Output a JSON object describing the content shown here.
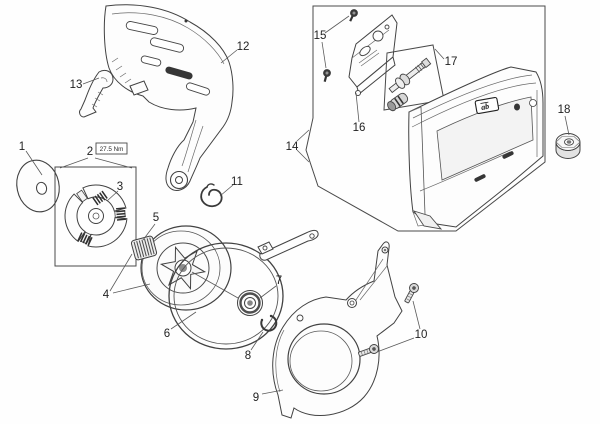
{
  "diagram": {
    "part_labels": {
      "p1": "1",
      "p2": "2",
      "p3": "3",
      "p4": "4",
      "p5": "5",
      "p6": "6",
      "p7": "7",
      "p8": "8",
      "p9": "9",
      "p10": "10",
      "p11": "11",
      "p12": "12",
      "p13": "13",
      "p14": "14",
      "p15": "15",
      "p16": "16",
      "p17": "17",
      "p18": "18"
    },
    "torque_callout": "27.5 Nm",
    "cover_logo": "ab"
  }
}
